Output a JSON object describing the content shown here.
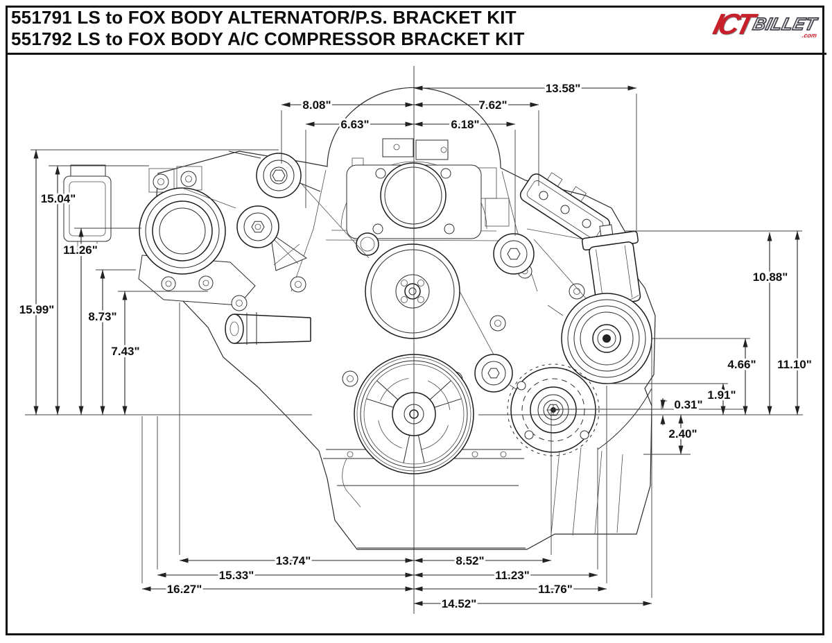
{
  "header": {
    "line1": "551791 LS to FOX BODY ALTERNATOR/P.S. BRACKET KIT",
    "line2": "551792 LS to FOX BODY A/C COMPRESSOR BRACKET KIT"
  },
  "brand": {
    "ict": "ICT",
    "billet": "BILLET",
    "suffix": ".com"
  },
  "colors": {
    "line": "#1c1c1c",
    "brand_red": "#c8202a",
    "brand_dark": "#3b3c44",
    "background": "#ffffff"
  },
  "dims": {
    "top": [
      "13.58\"",
      "8.08\"",
      "7.62\"",
      "6.63\"",
      "6.18\""
    ],
    "left": [
      "15.99\"",
      "15.04\"",
      "11.26\"",
      "8.73\"",
      "7.43\""
    ],
    "right": [
      "10.88\"",
      "11.10\"",
      "4.66\"",
      "1.91\"",
      "0.31\"",
      "2.40\""
    ],
    "bottom": [
      "13.74\"",
      "8.52\"",
      "15.33\"",
      "11.23\"",
      "16.27\"",
      "11.76\"",
      "14.52\""
    ]
  }
}
